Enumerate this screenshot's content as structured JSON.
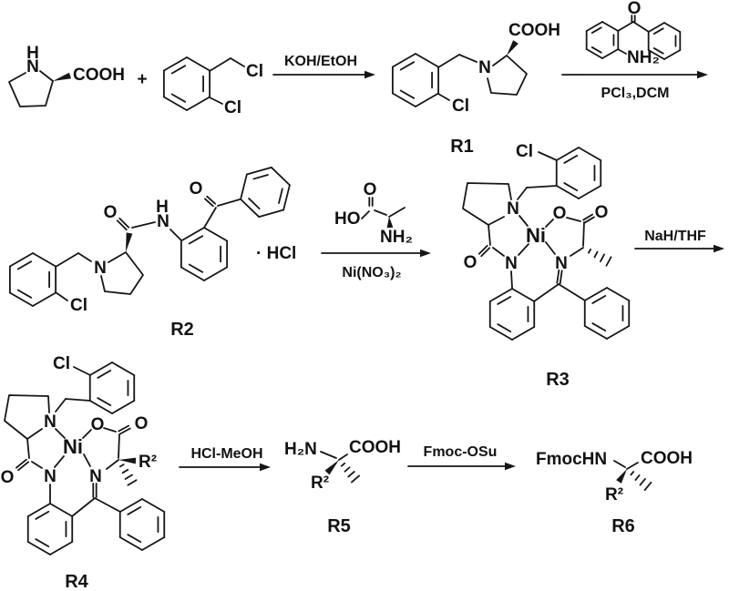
{
  "page": {
    "kind": "chemical reaction scheme (scanned figure)",
    "background": "#ffffff",
    "ink": "#161616"
  },
  "atoms": {
    "N": "N",
    "O": "O",
    "H": "H",
    "Cl": "Cl",
    "Ni": "Ni",
    "COOH": "COOH",
    "NH2": "NH₂",
    "H2N": "H₂N",
    "HO": "HO",
    "R2_group": "R²",
    "FmocHN": "FmocHN",
    "plus": "+",
    "hcl_salt": "· HCl"
  },
  "reagents": {
    "step1": "KOH/EtOH",
    "step2": "PCl₃,DCM",
    "step3": "Ni(NO₃)₂",
    "step4": "NaH/THF",
    "step5": "HCl-MeOH",
    "step6": "Fmoc-OSu"
  },
  "compound_labels": {
    "R1": "R1",
    "R2": "R2",
    "R3": "R3",
    "R4": "R4",
    "R5": "R5",
    "R6": "R6"
  }
}
